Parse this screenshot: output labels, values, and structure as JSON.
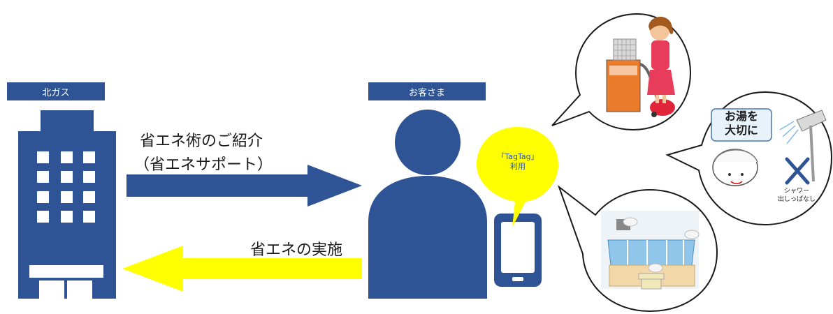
{
  "company": {
    "label": "北ガス"
  },
  "customer": {
    "label": "お客さま"
  },
  "arrow_right": {
    "line1": "省エネ術のご紹介",
    "line2": "（省エネサポート）"
  },
  "arrow_left": {
    "label": "省エネの実施"
  },
  "phone_bubble": {
    "line1": "「TagTag」",
    "line2": "利用"
  },
  "shower_bubble": {
    "callout_line1": "お湯を",
    "callout_line2": "大切に",
    "caption_line1": "シャワー",
    "caption_line2": "出しっぱなし"
  },
  "colors": {
    "navy": "#2f5496",
    "building": "#2f5496",
    "arrow_right": "#2f5496",
    "arrow_left": "#ffff00",
    "speech_yellow": "#ffff00"
  }
}
